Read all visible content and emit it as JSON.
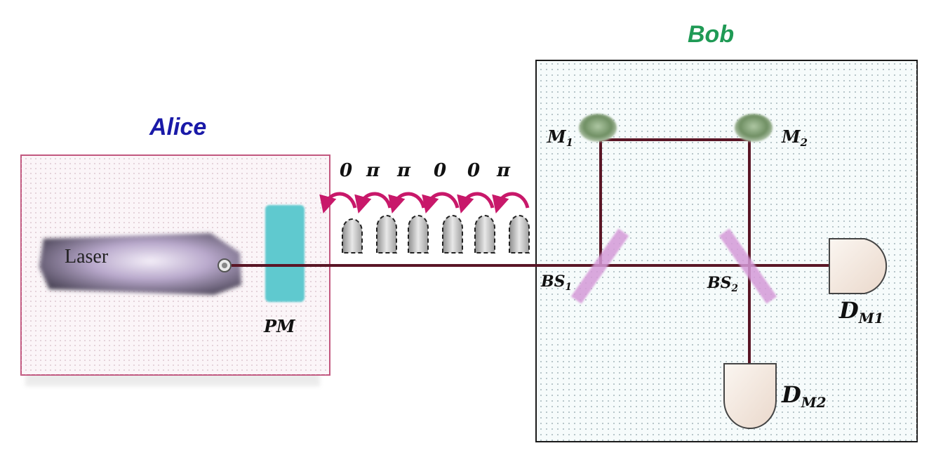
{
  "alice": {
    "title": "Alice",
    "color": "#1a1aa8"
  },
  "bob": {
    "title": "Bob",
    "color": "#1f9a55"
  },
  "laser": {
    "label": "Laser"
  },
  "modulator": {
    "label": "PM"
  },
  "phases": [
    "0",
    "π",
    "π",
    "0",
    "0",
    "π"
  ],
  "mirrors": {
    "m1": {
      "base": "M",
      "sub": "1"
    },
    "m2": {
      "base": "M",
      "sub": "2"
    }
  },
  "splitters": {
    "bs1": {
      "base": "BS",
      "sub": "1"
    },
    "bs2": {
      "base": "BS",
      "sub": "2"
    }
  },
  "detectors": {
    "d1": {
      "base": "D",
      "sub": "M1"
    },
    "d2": {
      "base": "D",
      "sub": "M2"
    }
  },
  "colors": {
    "beam": "#5a1626",
    "alice_border": "#c2577f",
    "arrow": "#c8186a",
    "modulator": "#5ec9cf",
    "splitter": "#d59ad8",
    "mirror": "#6f8f63"
  }
}
